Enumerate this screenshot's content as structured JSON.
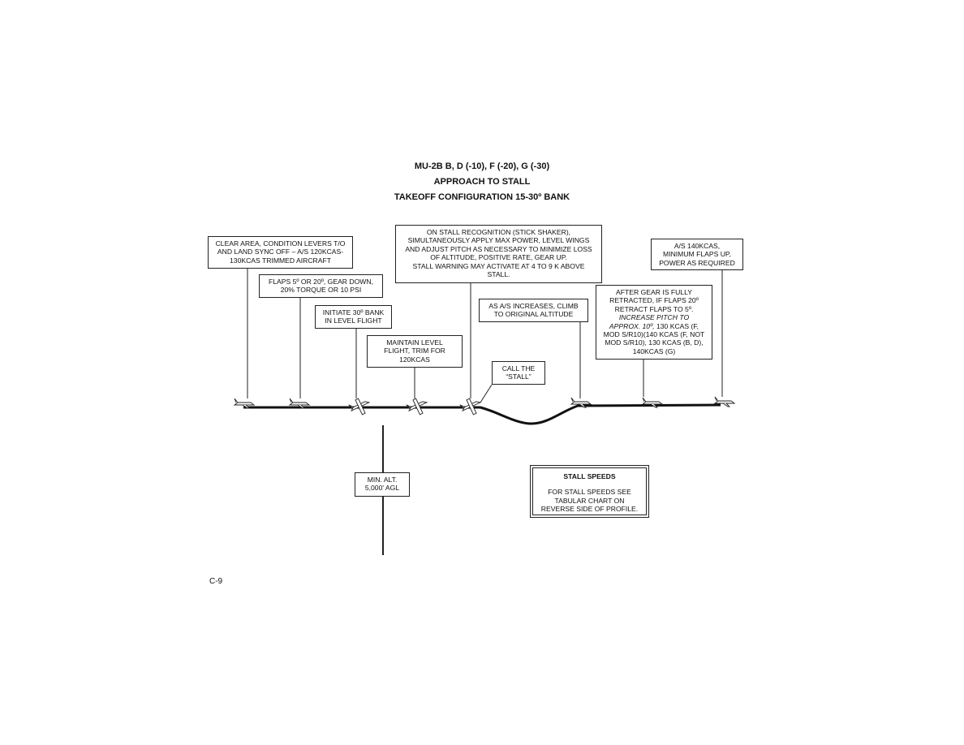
{
  "header": {
    "title_line1": "MU-2B B, D (-10), F (-20), G (-30)",
    "title_line2": "APPROACH TO STALL",
    "title_line3": "TAKEOFF CONFIGURATION 15-30º BANK"
  },
  "steps": {
    "clear_area": "CLEAR AREA, CONDITION LEVERS T/O\nAND LAND SYNC OFF – A/S 120KCAS-\n130KCAS TRIMMED AIRCRAFT",
    "flaps": "FLAPS 5º OR 20º, GEAR DOWN,\n20% TORQUE OR 10 PSI",
    "bank": "INITIATE 30º BANK\nIN LEVEL FLIGHT",
    "maintain": "MAINTAIN LEVEL\nFLIGHT, TRIM FOR\n120KCAS",
    "recognition": "ON STALL RECOGNITION (STICK SHAKER),\nSIMULTANEOUSLY APPLY MAX POWER, LEVEL WINGS\nAND ADJUST PITCH AS NECESSARY TO MINIMIZE LOSS\nOF ALTITUDE, POSITIVE RATE, GEAR UP.\nSTALL WARNING MAY ACTIVATE AT  4 TO 9 K ABOVE\nSTALL.",
    "call_stall": "CALL THE\n“STALL”",
    "climb": "AS A/S INCREASES, CLIMB\nTO ORIGINAL ALTITUDE",
    "gear_retracted_main": "AFTER GEAR IS FULLY\nRETRACTED, IF FLAPS 20º\nRETRACT FLAPS TO 5º.",
    "gear_retracted_italic": "INCREASE PITCH TO\nAPPROX. 10º,",
    "gear_retracted_tail": "  130 KCAS (F,\nMOD S/R10)(140 KCAS (F, NOT\nMOD S/R10), 130 KCAS (B, D),\n140KCAS (G)",
    "final": "A/S 140KCAS,\nMINIMUM FLAPS UP,\nPOWER AS REQUIRED"
  },
  "min_alt": "MIN. ALT.\n5,000' AGL",
  "stall_speeds": {
    "heading": "STALL SPEEDS",
    "body": "FOR STALL SPEEDS SEE\nTABULAR  CHART ON\nREVERSE SIDE OF PROFILE."
  },
  "page_number": "C-9"
}
